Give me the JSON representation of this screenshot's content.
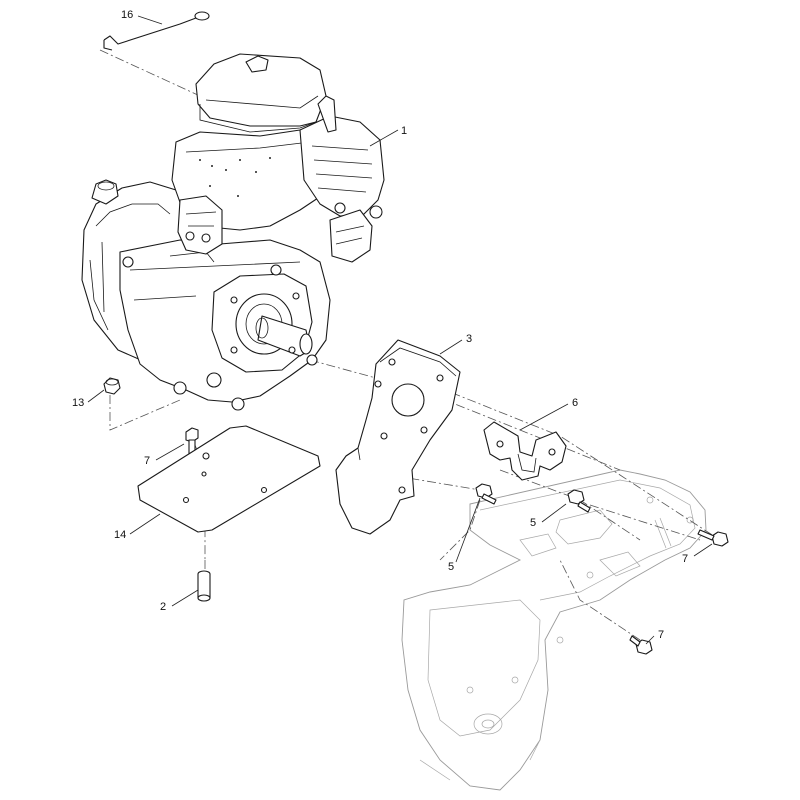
{
  "callouts": {
    "c1": "1",
    "c2": "2",
    "c3": "3",
    "c5a": "5",
    "c5b": "5",
    "c6": "6",
    "c7a": "7",
    "c7b": "7",
    "c7c": "7",
    "c13": "13",
    "c14": "14",
    "c16": "16"
  }
}
